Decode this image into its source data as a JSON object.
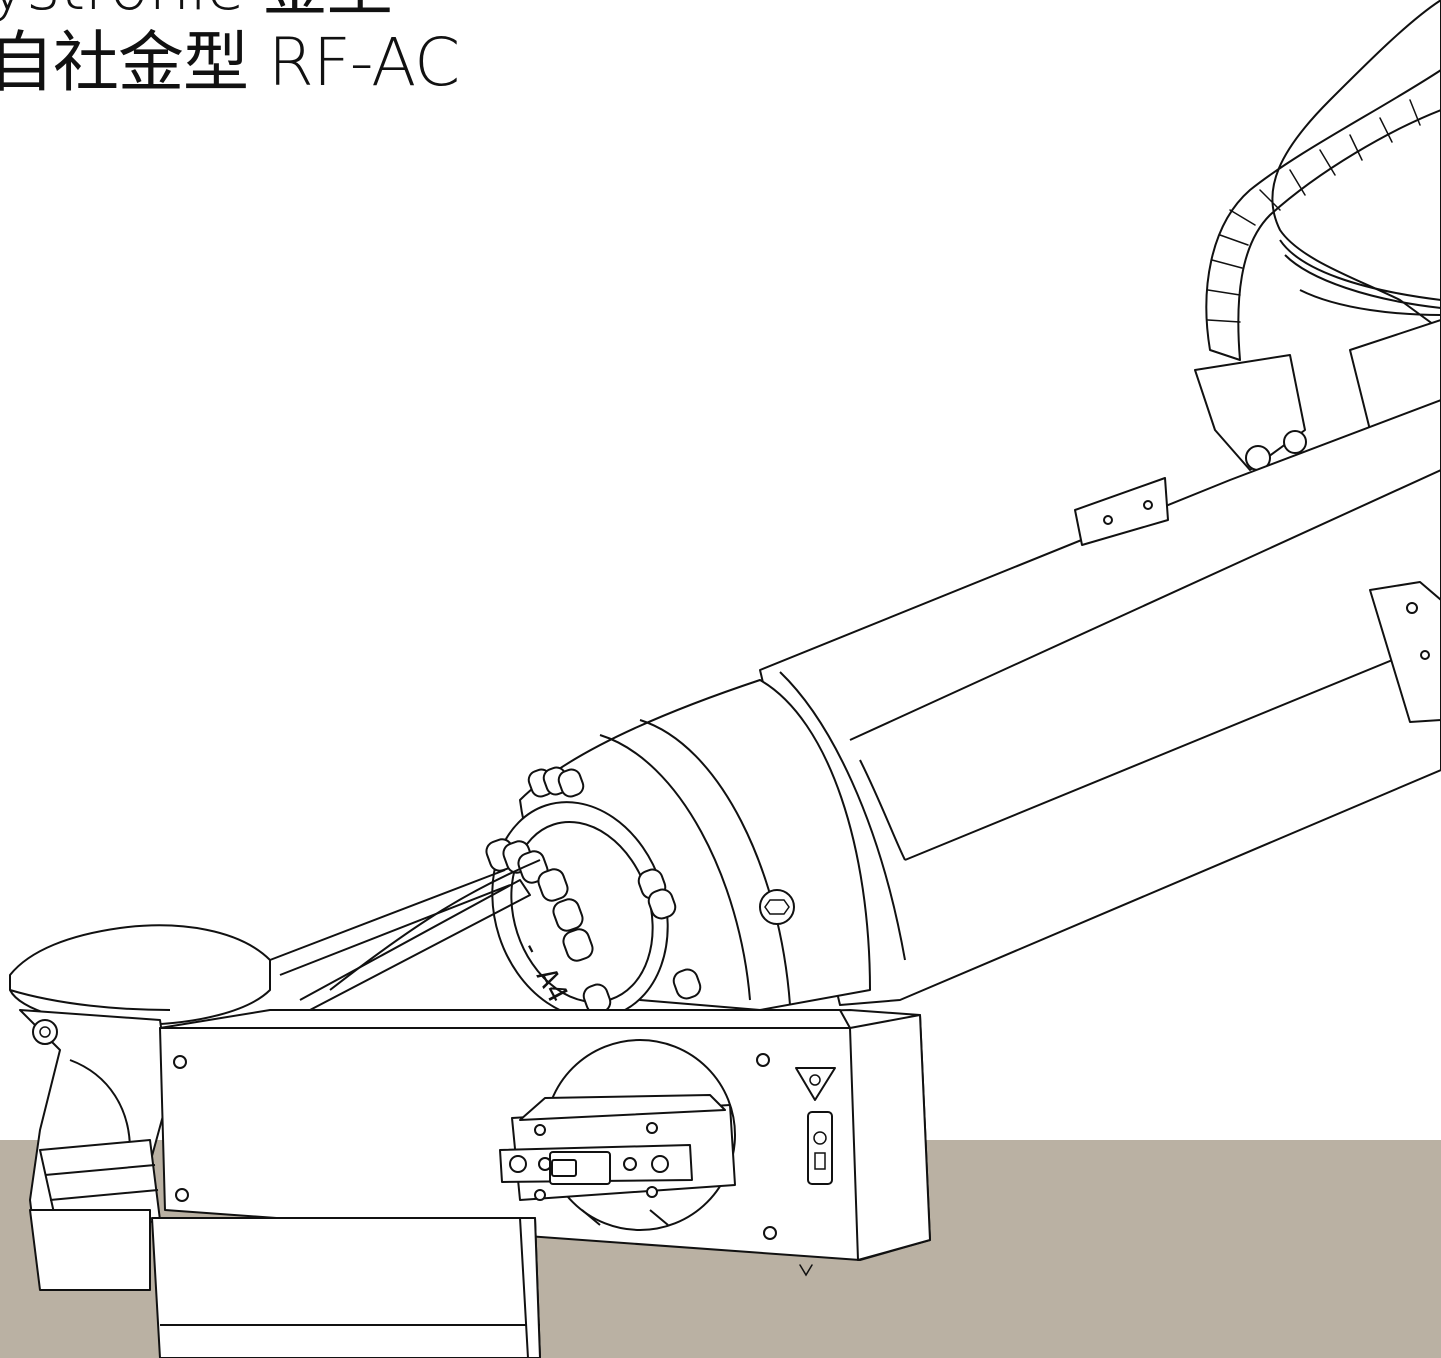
{
  "title": {
    "line1": "ystronic 金型",
    "line2": "自社金型 RF-AC"
  },
  "engraving": "- A4 -",
  "colors": {
    "floor": "#bab1a3",
    "line": "#111111",
    "background": "#ffffff"
  },
  "icons": {
    "laser_warning": "laser-warning-icon",
    "hex_bolt": "hex-socket-bolt-icon"
  }
}
